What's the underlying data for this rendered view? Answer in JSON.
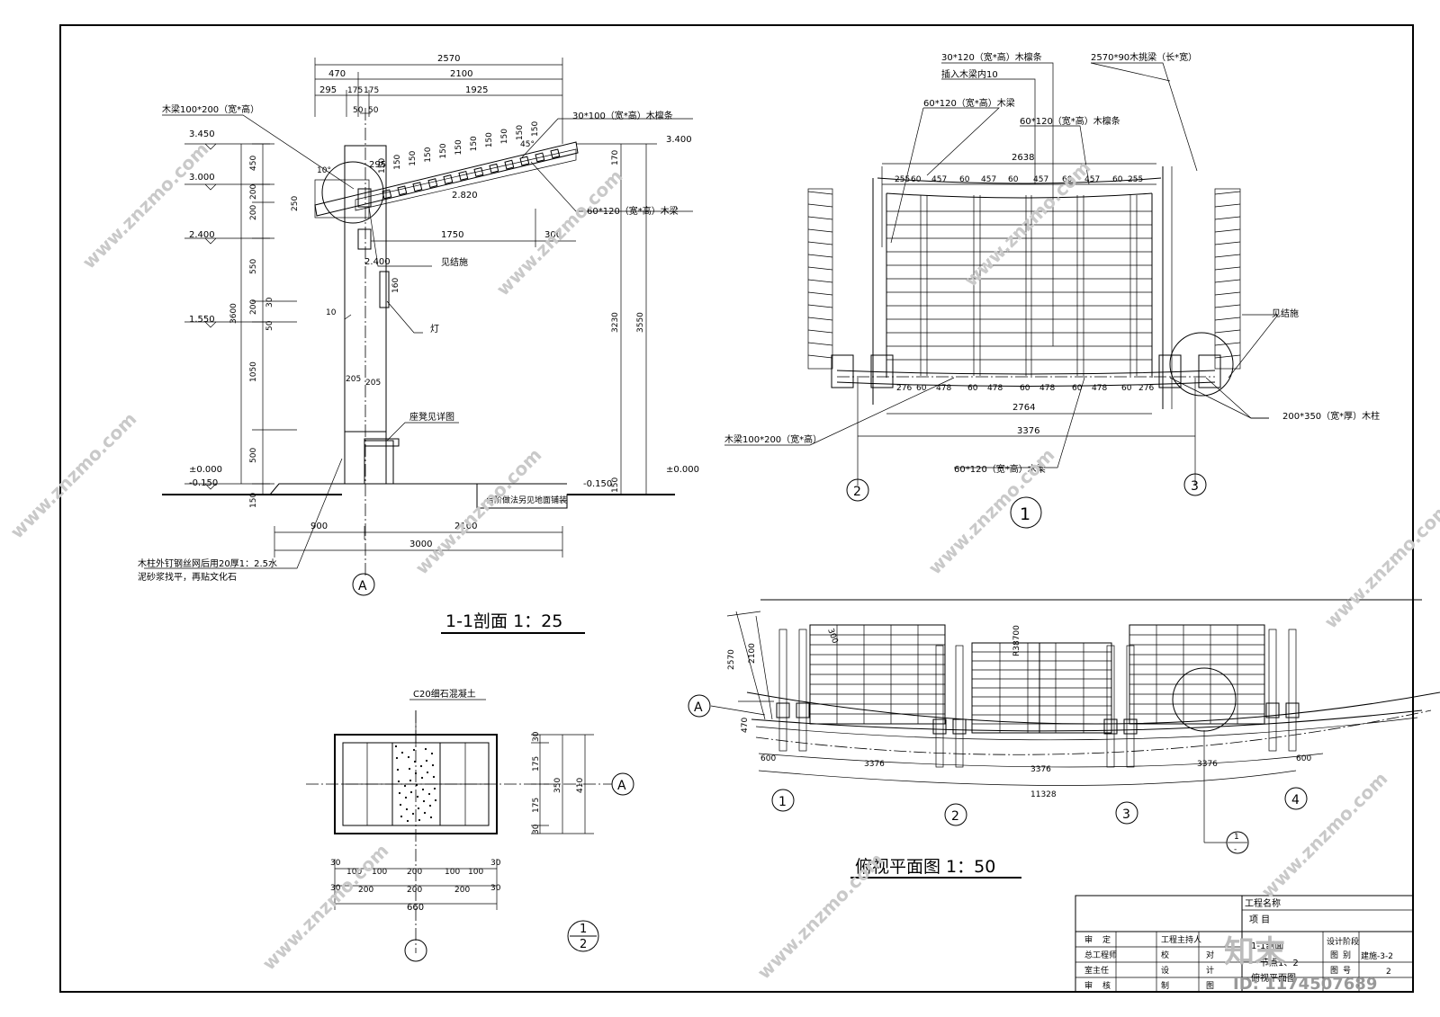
{
  "section": {
    "title": "1-1剖面 1：25",
    "dims_top": [
      "2570",
      "470",
      "2100",
      "295",
      "175",
      "175",
      "1925"
    ],
    "dims_post": [
      "50",
      "50"
    ],
    "purlin_spacing": "150",
    "dim_horizontal": [
      "1750",
      "300",
      "295"
    ],
    "dims_left": [
      "450",
      "200",
      "200",
      "550",
      "200",
      "1050",
      "500",
      "150",
      "3600",
      "30",
      "50"
    ],
    "dims_right": [
      "3230",
      "3550",
      "170",
      "150"
    ],
    "dims_bottom": [
      "900",
      "2100",
      "3000"
    ],
    "elevations": [
      "3.450",
      "3.000",
      "2.400",
      "1.550",
      "±0.000",
      "-0.150",
      "3.400",
      "2.820",
      "2.400",
      "-0.150",
      "±0.000"
    ],
    "angles": [
      "10°",
      "45°"
    ],
    "small_dims": [
      "250",
      "160",
      "205",
      "205",
      "10"
    ],
    "labels": {
      "beam_top_left": "木梁100*200（宽*高）",
      "purlin_top": "30*100（宽*高）木檩条",
      "beam_right": "60*120（宽*高）木梁",
      "see_structure": "见结施",
      "lamp": "灯",
      "bench": "座凳见详图",
      "step_note": "台阶做法另见地面铺装",
      "column_note_1": "木柱外钉钢丝网后用20厚1：2.5水",
      "column_note_2": "泥砂浆找平，再贴文化石"
    },
    "axis": "A"
  },
  "plan_detail": {
    "labels": {
      "purlin_top": "30*120（宽*高）木檩条",
      "insert": "插入木梁内10",
      "cantilever": "2570*90木挑梁（长*宽）",
      "beam_60": "60*120（宽*高）木梁",
      "purlin_60": "60*120（宽*高）木檩条",
      "see_structure": "见结施",
      "column": "200*350（宽*厚）木柱",
      "beam_100": "木梁100*200（宽*高）",
      "beam_bottom": "60*120（宽*高）木梁"
    },
    "dims_top": [
      "2638",
      "255",
      "60",
      "457",
      "60",
      "457",
      "60",
      "457",
      "60",
      "457",
      "60",
      "255"
    ],
    "dims_bottom_row": [
      "276",
      "60",
      "478",
      "60",
      "478",
      "60",
      "478",
      "60",
      "478",
      "60",
      "276"
    ],
    "dims_total": [
      "2764",
      "3376"
    ],
    "axes": [
      "2",
      "3"
    ],
    "section_no": "1"
  },
  "footing": {
    "label": "C20细石混凝土",
    "dims_right": [
      "30",
      "175",
      "175",
      "30",
      "350",
      "410"
    ],
    "dims_bottom_a": [
      "30",
      "100",
      "100",
      "200",
      "100",
      "100",
      "30"
    ],
    "dims_bottom_b": [
      "30",
      "200",
      "200",
      "200",
      "30"
    ],
    "total": "660",
    "axis": "A",
    "detail_top": "1",
    "detail_bottom": "2"
  },
  "top_plan": {
    "title": "俯视平面图 1：50",
    "dims_left": [
      "2570",
      "2100",
      "470",
      "300"
    ],
    "radius": "R38700",
    "dims_bottom": [
      "600",
      "3376",
      "3376",
      "3376",
      "600"
    ],
    "total": "11328",
    "axes": [
      "1",
      "2",
      "3",
      "4",
      "A"
    ],
    "detail_ref_top": "1",
    "detail_ref_bottom": "-"
  },
  "title_block": {
    "rows": [
      [
        "审",
        "定",
        "工程主持人",
        "",
        "",
        ""
      ],
      [
        "总工程师",
        "",
        "校",
        "对",
        "图",
        "别"
      ],
      [
        "室主任",
        "",
        "设",
        "计",
        "图",
        "号"
      ],
      [
        "审",
        "核",
        "制",
        "图",
        "",
        ""
      ]
    ],
    "project_name": "工程名称",
    "project": "项 目",
    "drawing_1": "1-1剖面",
    "drawing_2": "节点1、2",
    "drawing_3": "俯视平面图",
    "design_phase": "设计阶段",
    "drawing_type_val": "建施-3-2",
    "drawing_no_val": "2"
  },
  "watermark": {
    "site": "www.znzmo.com",
    "brand": "知末网",
    "logo": "知末",
    "id": "ID: 1174507689"
  }
}
